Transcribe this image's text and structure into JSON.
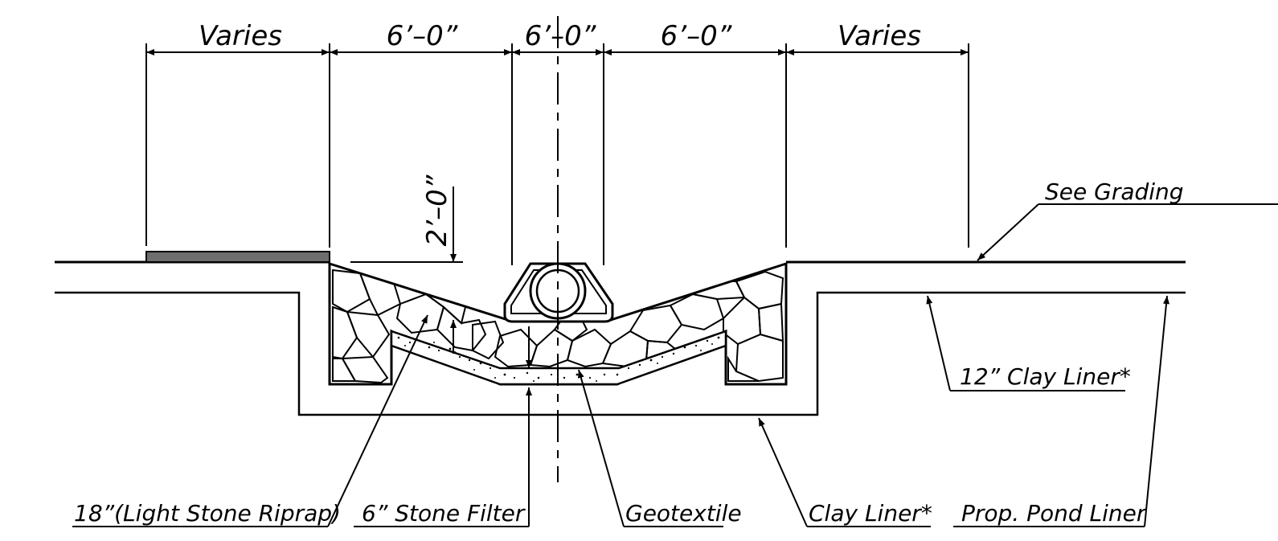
{
  "dimensions": {
    "left": "Varies",
    "middle_left": "6’–0”",
    "center": "6’–0”",
    "middle_right": "6’–0”",
    "right": "Varies",
    "depth": "2’–0”"
  },
  "callouts": {
    "see_grading": "See Grading",
    "clay_liner_12": "12” Clay Liner*",
    "riprap": "18”(Light Stone Riprap)",
    "stone_filter": "6” Stone Filter",
    "geotextile": "Geotextile",
    "clay_liner": "Clay Liner*",
    "pond_liner": "Prop. Pond Liner"
  },
  "colors": {
    "line": "#000000",
    "slab": "#6e6e6e",
    "background": "#ffffff"
  }
}
